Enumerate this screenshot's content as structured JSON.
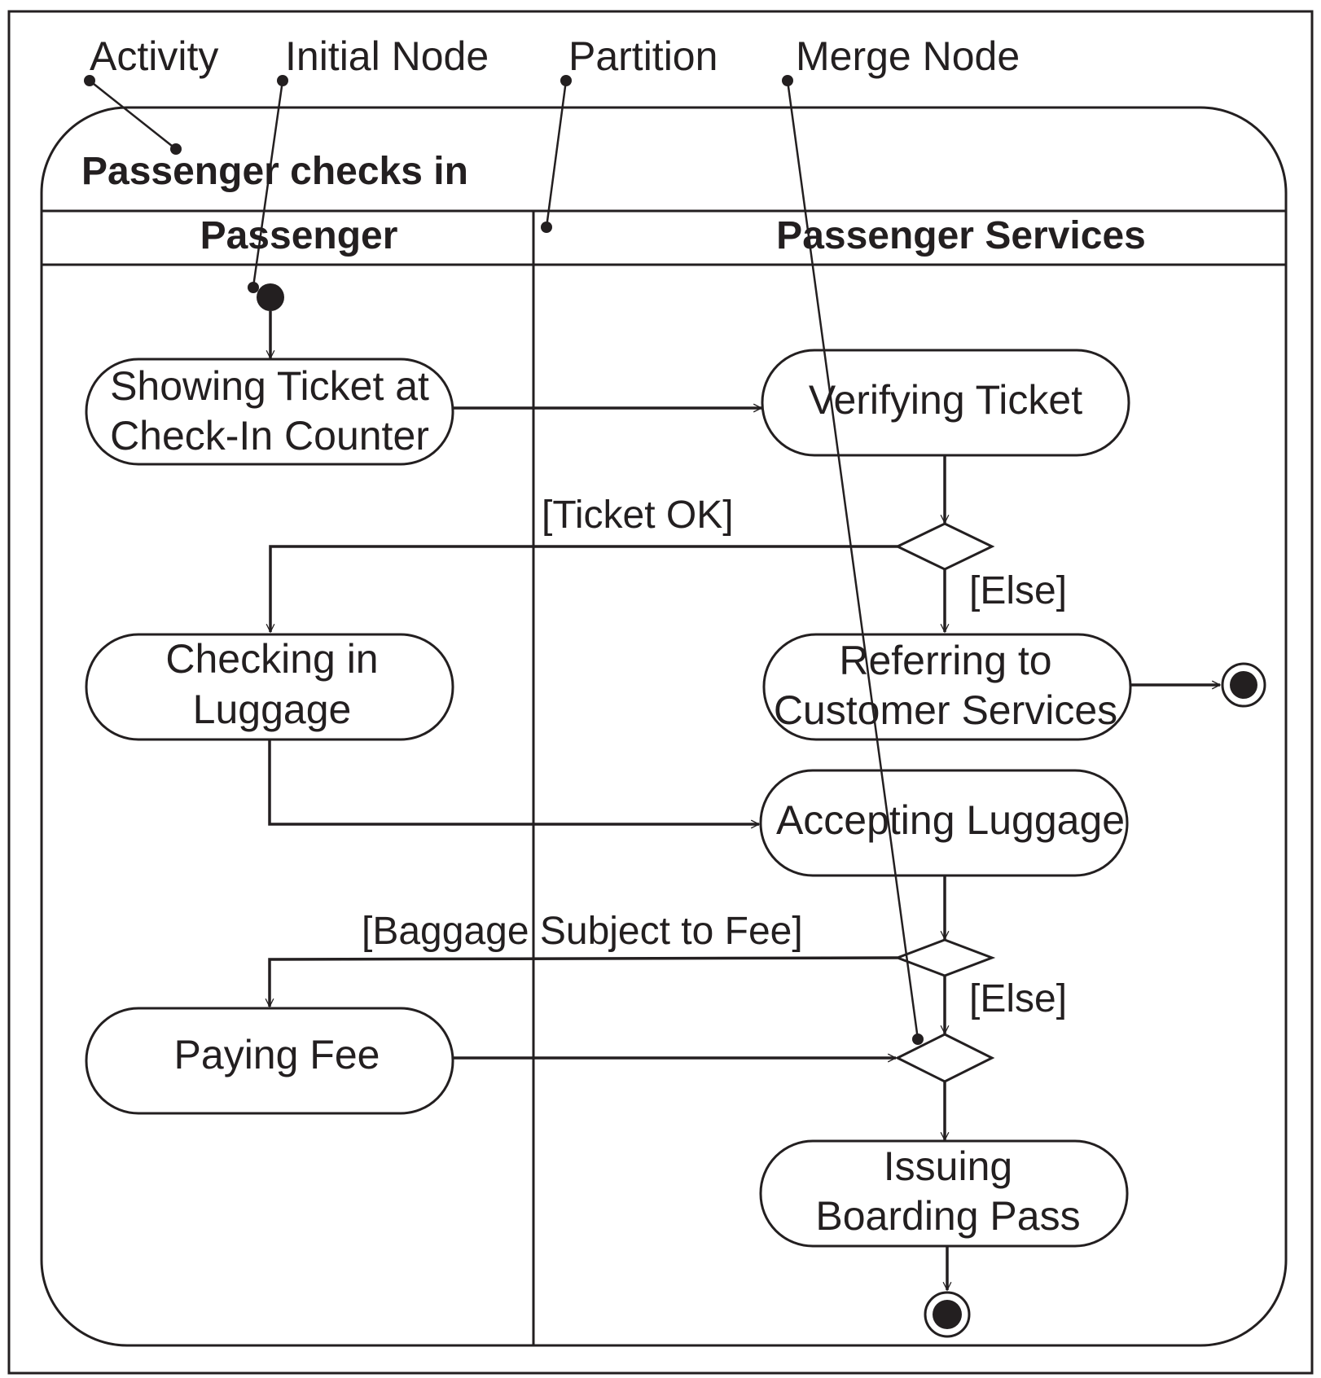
{
  "callouts": {
    "activity": "Activity",
    "initial_node": "Initial Node",
    "partition": "Partition",
    "merge_node": "Merge Node"
  },
  "activity_title": "Passenger checks in",
  "lanes": {
    "left": "Passenger",
    "right": "Passenger Services"
  },
  "actions": {
    "showing_ticket": [
      "Showing Ticket at",
      "Check-In Counter"
    ],
    "verifying_ticket": "Verifying Ticket",
    "checking_luggage": [
      "Checking in",
      "Luggage"
    ],
    "referring": [
      "Referring to",
      "Customer Services"
    ],
    "accepting_luggage": "Accepting Luggage",
    "paying_fee": "Paying Fee",
    "issuing_pass": [
      "Issuing",
      "Boarding Pass"
    ]
  },
  "guards": {
    "ticket_ok": "[Ticket OK]",
    "else_1": "[Else]",
    "baggage_fee": "[Baggage Subject to Fee]",
    "else_2": "[Else]"
  },
  "colors": {
    "ink": "#231f20",
    "background": "#ffffff"
  }
}
